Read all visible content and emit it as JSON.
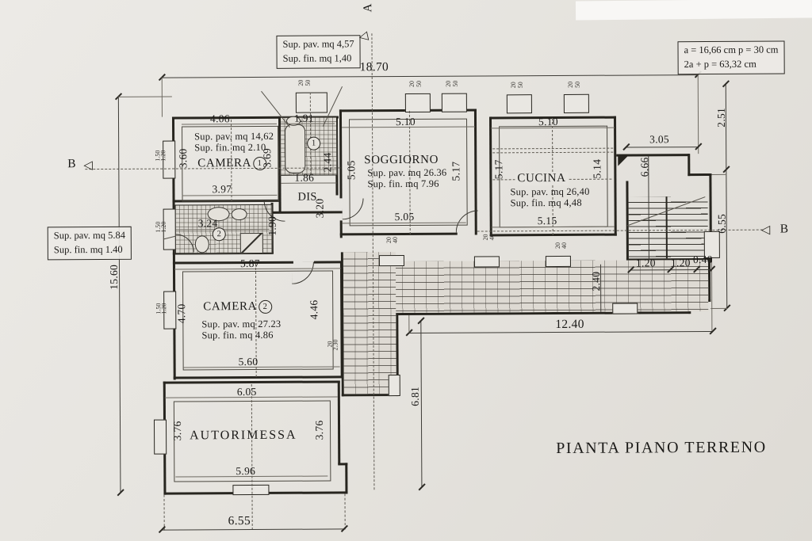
{
  "title": "PIANTA PIANO TERRENO",
  "markers": {
    "a": "A",
    "b": "B",
    "tri": "◁"
  },
  "callouts": {
    "bath1": {
      "l1": "Sup. pav. mq 4,57",
      "l2": "Sup. fin. mq 1,40"
    },
    "bath2": {
      "l1": "Sup. pav. mq 5.84",
      "l2": "Sup. fin. mq 1.40"
    },
    "params": {
      "l1": "a = 16,66 cm   p = 30 cm",
      "l2": "2a + p = 63,32 cm"
    }
  },
  "rooms": {
    "camera1": {
      "name": "CAMERA",
      "num": "1",
      "sup1": "Sup. pav. mq 14,62",
      "sup2": "Sup. fin. mq 2.10"
    },
    "bagno1": {
      "num": "1"
    },
    "bagno2": {
      "num": "2"
    },
    "dis": {
      "name": "DIS."
    },
    "soggiorno": {
      "name": "SOGGIORNO",
      "sup1": "Sup. pav. mq 26.36",
      "sup2": "Sup. fin. mq 7.96"
    },
    "cucina": {
      "name": "CUCINA",
      "sup1": "Sup. pav. mq 26,40",
      "sup2": "Sup. fin. mq 4,48"
    },
    "camera2": {
      "name": "CAMERA",
      "num": "2",
      "sup1": "Sup. pav. mq 27.23",
      "sup2": "Sup. fin. mq 4.86"
    },
    "autorimessa": {
      "name": "AUTORIMESSA"
    }
  },
  "dims": {
    "overall1870": "18.70",
    "t1240": "12.40",
    "left1560": "15.60",
    "bot655": "6.55",
    "c1top": "4.06",
    "b1top": "1.91",
    "b1side": "2.44",
    "c1left": "3.60",
    "c1right": "3.69",
    "c1bot": "3.97",
    "disTop": "1.86",
    "disSide": "3.20",
    "sogTop": "5.10",
    "sogLeft": "5.05",
    "sogRight": "5.17",
    "sogBot": "5.05",
    "cucTop": "5.10",
    "cucLeft": "5.17",
    "cucRight": "5.14",
    "cucBot": "5.15",
    "r305": "3.05",
    "r251": "2.51",
    "r666": "6.66",
    "r655": "6.55",
    "t120a": "1.20",
    "t120b": "1.20",
    "t040": "0.40",
    "t240": "2.40",
    "t681": "6.81",
    "b2top": "3.24",
    "b2side": "1.90",
    "c2top": "5.87",
    "c2left": "4.70",
    "c2right": "4.46",
    "c2bot": "5.60",
    "garTop": "6.05",
    "garLeft": "3.76",
    "garRight": "3.76",
    "garBot": "5.96"
  },
  "small": {
    "s20": "20",
    "s50": "50",
    "s40": "40",
    "s30": "30",
    "s150": "1.50",
    "s120": "1.20",
    "s230": "2.30"
  }
}
